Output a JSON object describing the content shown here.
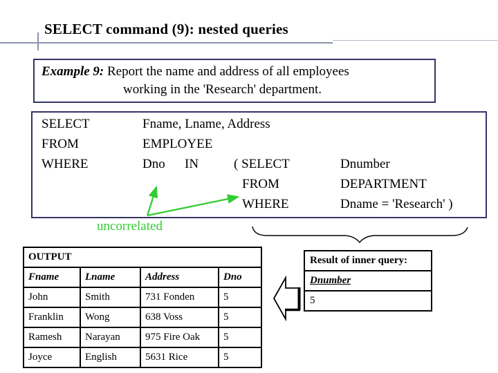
{
  "title": "SELECT command (9): nested queries",
  "example": {
    "label": "Example 9:",
    "text_line1": "Report the name and address of all employees",
    "text_line2": "working in the 'Research' department."
  },
  "sql": {
    "outer_select_kw": "SELECT",
    "outer_select_val": "Fname, Lname, Address",
    "outer_from_kw": "FROM",
    "outer_from_val": "EMPLOYEE",
    "outer_where_kw": "WHERE",
    "outer_where_field": "Dno",
    "outer_where_op": "IN",
    "inner_select_kw": "( SELECT",
    "inner_select_val": "Dnumber",
    "inner_from_kw": "FROM",
    "inner_from_val": "DEPARTMENT",
    "inner_where_kw": "WHERE",
    "inner_where_val": "Dname = 'Research' )"
  },
  "annotation": {
    "label": "uncorrelated"
  },
  "output_table": {
    "title": "OUTPUT",
    "headers": [
      "Fname",
      "Lname",
      "Address",
      "Dno"
    ],
    "rows": [
      [
        "John",
        "Smith",
        "731 Fonden",
        "5"
      ],
      [
        "Franklin",
        "Wong",
        "638 Voss",
        "5"
      ],
      [
        "Ramesh",
        "Narayan",
        "975 Fire Oak",
        "5"
      ],
      [
        "Joyce",
        "English",
        "5631 Rice",
        "5"
      ]
    ]
  },
  "inner_result": {
    "title": "Result of inner query:",
    "header": "Dnumber",
    "value": "5"
  },
  "colors": {
    "arrow_green": "#33cc33",
    "box_border": "#333366",
    "rule_gray": "#8c94ad"
  }
}
